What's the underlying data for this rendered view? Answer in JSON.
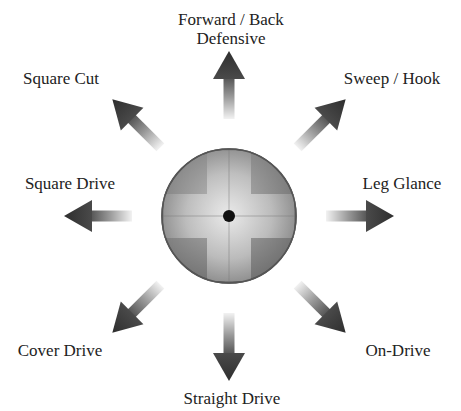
{
  "diagram": {
    "labels": [
      "Forward / Back Defensive",
      "Square Cut",
      "Sweep / Hook",
      "Square Drive",
      "Leg Glance",
      "Cover Drive",
      "On-Drive",
      "Straight Drive"
    ]
  }
}
